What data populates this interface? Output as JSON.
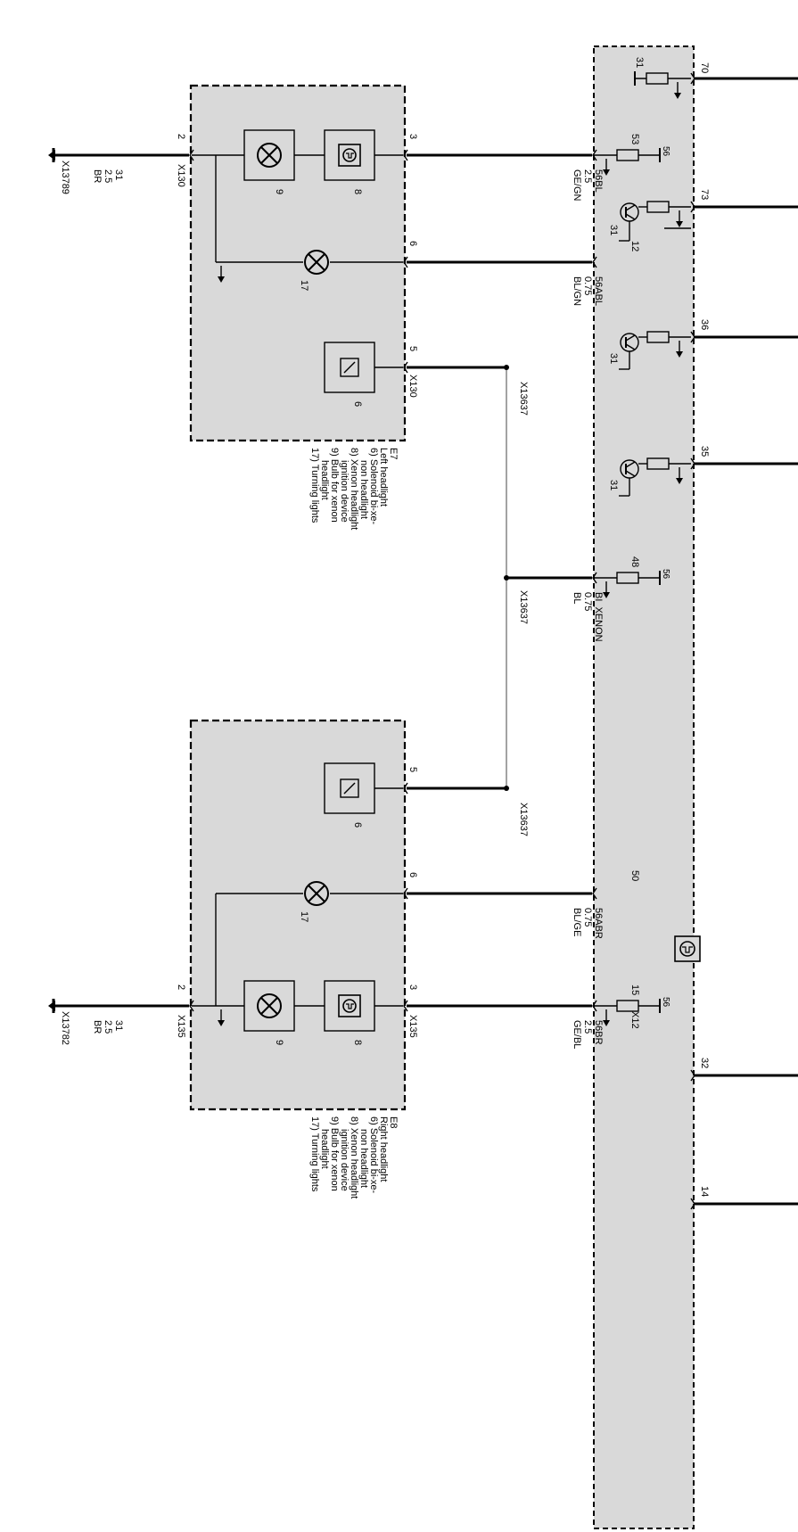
{
  "colors": {
    "module_fill": "#d9d9d9",
    "line": "#000000",
    "background": "#ffffff"
  },
  "module_fill_color": "#d9d9d9",
  "control_unit": {
    "connector": "X12",
    "control_unit_icon": "light-control-icon",
    "top_pins": [
      "70",
      "73",
      "36",
      "35",
      "32",
      "14"
    ],
    "internal_ground_label": "31",
    "output_supply_labels": [
      "56",
      "56",
      "56"
    ],
    "transistor_ground_labels": [
      "31",
      "31",
      "31"
    ]
  },
  "wires": [
    {
      "pin": "53",
      "signal": "56BL",
      "size": "2.5",
      "color": "GE/GN",
      "load_pin": "3"
    },
    {
      "pin": "12",
      "signal": "56ABL",
      "size": "0.75",
      "color": "BL/GN",
      "load_pin": "6"
    },
    {
      "pin": "48",
      "signal": "BI_XENON",
      "size": "0.75",
      "color": "BL",
      "load_pin": "5"
    },
    {
      "pin": "50",
      "signal": "56ABR",
      "size": "0.75",
      "color": "BL/GE",
      "load_pin": "6"
    },
    {
      "pin": "15",
      "signal": "56BR",
      "size": "2.5",
      "color": "GE/BL",
      "load_pin": "3"
    }
  ],
  "splices": [
    "X13637",
    "X13637",
    "X13637"
  ],
  "left_headlight": {
    "id": "E7",
    "connector": "X130",
    "connector_repeat": "X130",
    "ground_pin": "2",
    "ground_wire": {
      "signal": "31",
      "size": "2.5",
      "color": "BR"
    },
    "ground_point": "X13789",
    "component_numbers": [
      "9",
      "8",
      "17",
      "6"
    ],
    "pins": [
      "3",
      "6",
      "5"
    ],
    "legend": [
      "Left headlight",
      "6) Solenoid bi-xe-",
      "non headlight",
      "8) Xenon headlight",
      "ignition device",
      "9) Bulb for xenon",
      "headlight",
      "17) Turning lights"
    ]
  },
  "right_headlight": {
    "id": "E8",
    "connector": "X135",
    "connector_repeat": "X135",
    "ground_pin": "2",
    "ground_wire": {
      "signal": "31",
      "size": "2.5",
      "color": "BR"
    },
    "ground_point": "X13782",
    "component_numbers": [
      "9",
      "8",
      "17",
      "6"
    ],
    "pins": [
      "3",
      "6",
      "5"
    ],
    "legend": [
      "Right headlight",
      "6) Solenoid bi-xe-",
      "non headlight",
      "8) Xenon headlight",
      "ignition device",
      "9) Bulb for xenon",
      "headlight",
      "17) Turning lights"
    ]
  }
}
